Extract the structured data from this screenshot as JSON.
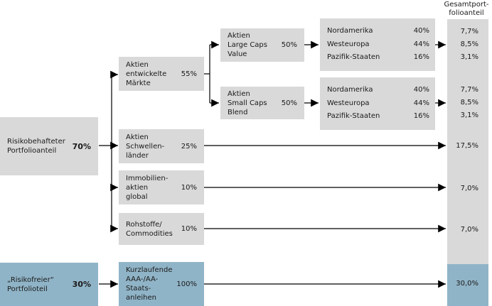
{
  "header": {
    "total_column_title": "Gesamtport-\nfolioanteil"
  },
  "level1": [
    {
      "label": "Risikobehafteter\nPortfolioanteil",
      "value": "70%"
    },
    {
      "label": "„Risikofreier“\nPortfolioteil",
      "value": "30%"
    }
  ],
  "level2": [
    {
      "label": "Aktien\nentwickelte\nMärkte",
      "value": "55%"
    },
    {
      "label": "Aktien\nSchwellen-\nländer",
      "value": "25%"
    },
    {
      "label": "Immobilien-\naktien\nglobal",
      "value": "10%"
    },
    {
      "label": "Rohstoffe/\nCommodities",
      "value": "10%"
    },
    {
      "label": "Kurzlaufende\nAAA-/AA-\nStaats-\nanleihen",
      "value": "100%"
    }
  ],
  "level3": [
    {
      "label": "Aktien\nLarge Caps\nValue",
      "value": "50%"
    },
    {
      "label": "Aktien\nSmall Caps\nBlend",
      "value": "50%"
    }
  ],
  "level4": [
    {
      "rows": [
        {
          "label": "Nordamerika",
          "value": "40%"
        },
        {
          "label": "Westeuropa",
          "value": "44%"
        },
        {
          "label": "Pazifik-Staaten",
          "value": "16%"
        }
      ]
    },
    {
      "rows": [
        {
          "label": "Nordamerika",
          "value": "40%"
        },
        {
          "label": "Westeuropa",
          "value": "44%"
        },
        {
          "label": "Pazifik-Staaten",
          "value": "16%"
        }
      ]
    }
  ],
  "totals": [
    "7,7%",
    "8,5%",
    "3,1%",
    "7,7%",
    "8,5%",
    "3,1%",
    "17,5%",
    "7,0%",
    "7,0%",
    "30,0%"
  ],
  "colors": {
    "box_gray": "#d9d9d9",
    "box_blue": "#90b4c7",
    "text": "#1a1a1a",
    "line": "#000000"
  }
}
